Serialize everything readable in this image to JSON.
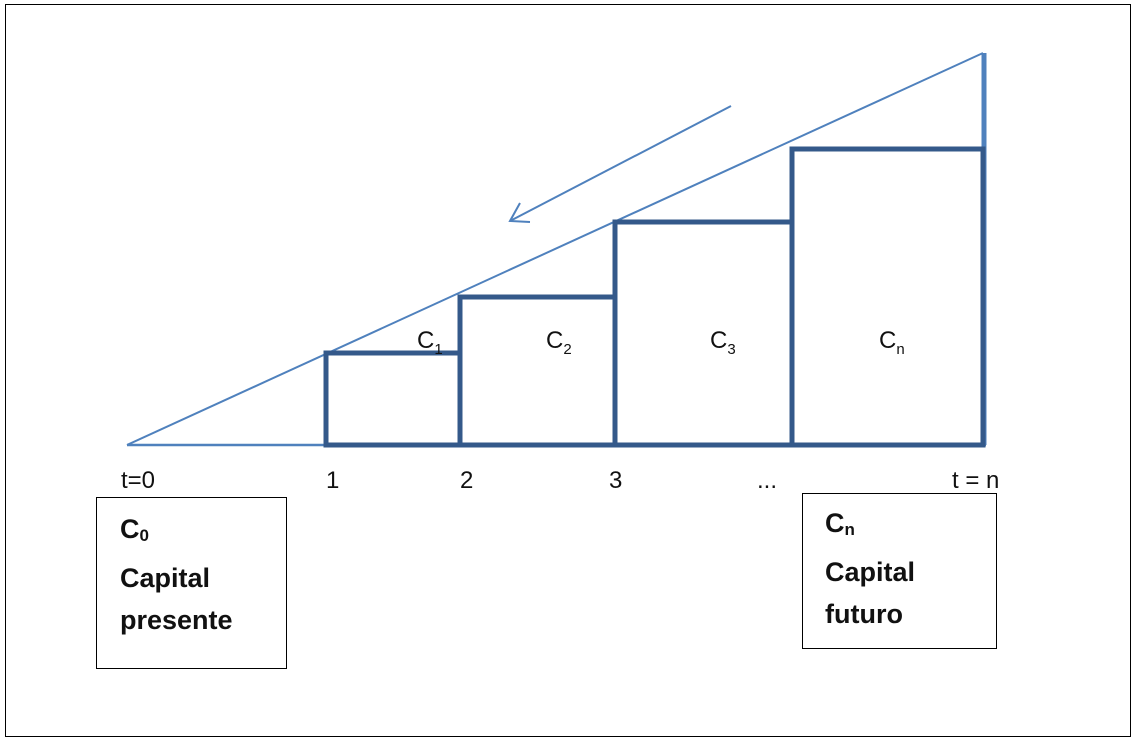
{
  "colors": {
    "triangle": "#4f81bd",
    "steps": "#34598a",
    "arrow": "#4f81bd",
    "text": "#111111"
  },
  "axis": {
    "labels": [
      "t=0",
      "1",
      "2",
      "3",
      "...",
      "t = n"
    ]
  },
  "blocks": [
    {
      "letter": "C",
      "subscript": "1"
    },
    {
      "letter": "C",
      "subscript": "2"
    },
    {
      "letter": "C",
      "subscript": "3"
    },
    {
      "letter": "C",
      "subscript": "n"
    }
  ],
  "present_box": {
    "symbol": "C",
    "subscript": "0",
    "line1": "Capital",
    "line2": "presente"
  },
  "future_box": {
    "symbol": "C",
    "subscript": "n",
    "line1": "Capital",
    "line2": "futuro"
  }
}
